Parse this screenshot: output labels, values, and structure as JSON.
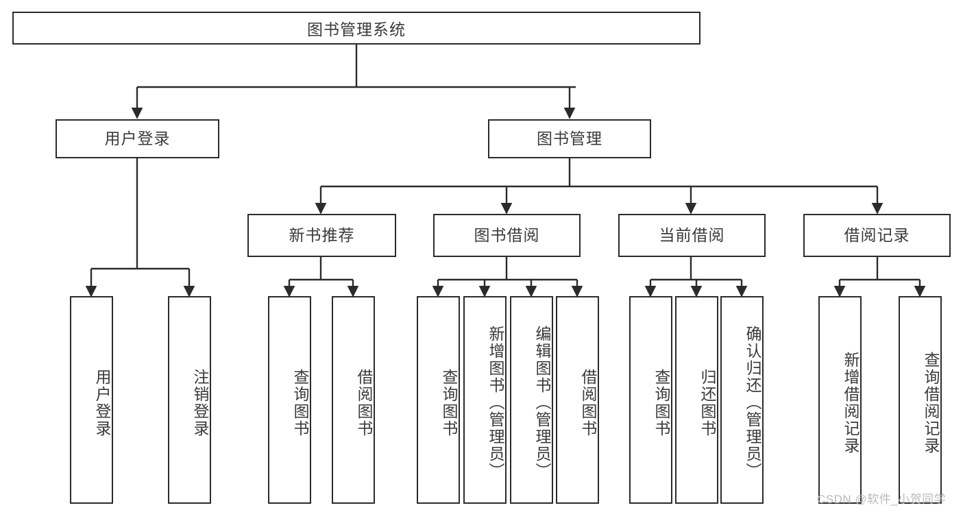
{
  "diagram": {
    "title": "图书管理系统",
    "type": "hierarchy-tree",
    "watermark": "CSDN @软件_小贺同学",
    "colors": {
      "box_border": "#2b2b2b",
      "box_fill": "#ffffff",
      "text": "#3a3a3a",
      "edge": "#2b2b2b",
      "watermark": "#b9b9b9"
    },
    "levels": {
      "level1": {
        "root": {
          "label": "图书管理系统"
        }
      },
      "level2": {
        "nodes": [
          {
            "label": "用户登录"
          },
          {
            "label": "图书管理"
          }
        ]
      },
      "level3": {
        "nodes": [
          {
            "label": "新书推荐"
          },
          {
            "label": "图书借阅"
          },
          {
            "label": "当前借阅"
          },
          {
            "label": "借阅记录"
          }
        ]
      },
      "level4": {
        "groups": [
          {
            "parent": "用户登录",
            "leaves": [
              {
                "label": "用户登录"
              },
              {
                "label": "注销登录"
              }
            ]
          },
          {
            "parent": "新书推荐",
            "leaves": [
              {
                "label": "查询图书"
              },
              {
                "label": "借阅图书"
              }
            ]
          },
          {
            "parent": "图书借阅",
            "leaves": [
              {
                "label": "查询图书"
              },
              {
                "label": "新增图书（管理员）"
              },
              {
                "label": "编辑图书（管理员）"
              },
              {
                "label": "借阅图书"
              }
            ]
          },
          {
            "parent": "当前借阅",
            "leaves": [
              {
                "label": "查询图书"
              },
              {
                "label": "归还图书"
              },
              {
                "label": "确认归还（管理员）"
              }
            ]
          },
          {
            "parent": "借阅记录",
            "leaves": [
              {
                "label": "新增借阅记录"
              },
              {
                "label": "查询借阅记录"
              }
            ]
          }
        ]
      }
    }
  }
}
